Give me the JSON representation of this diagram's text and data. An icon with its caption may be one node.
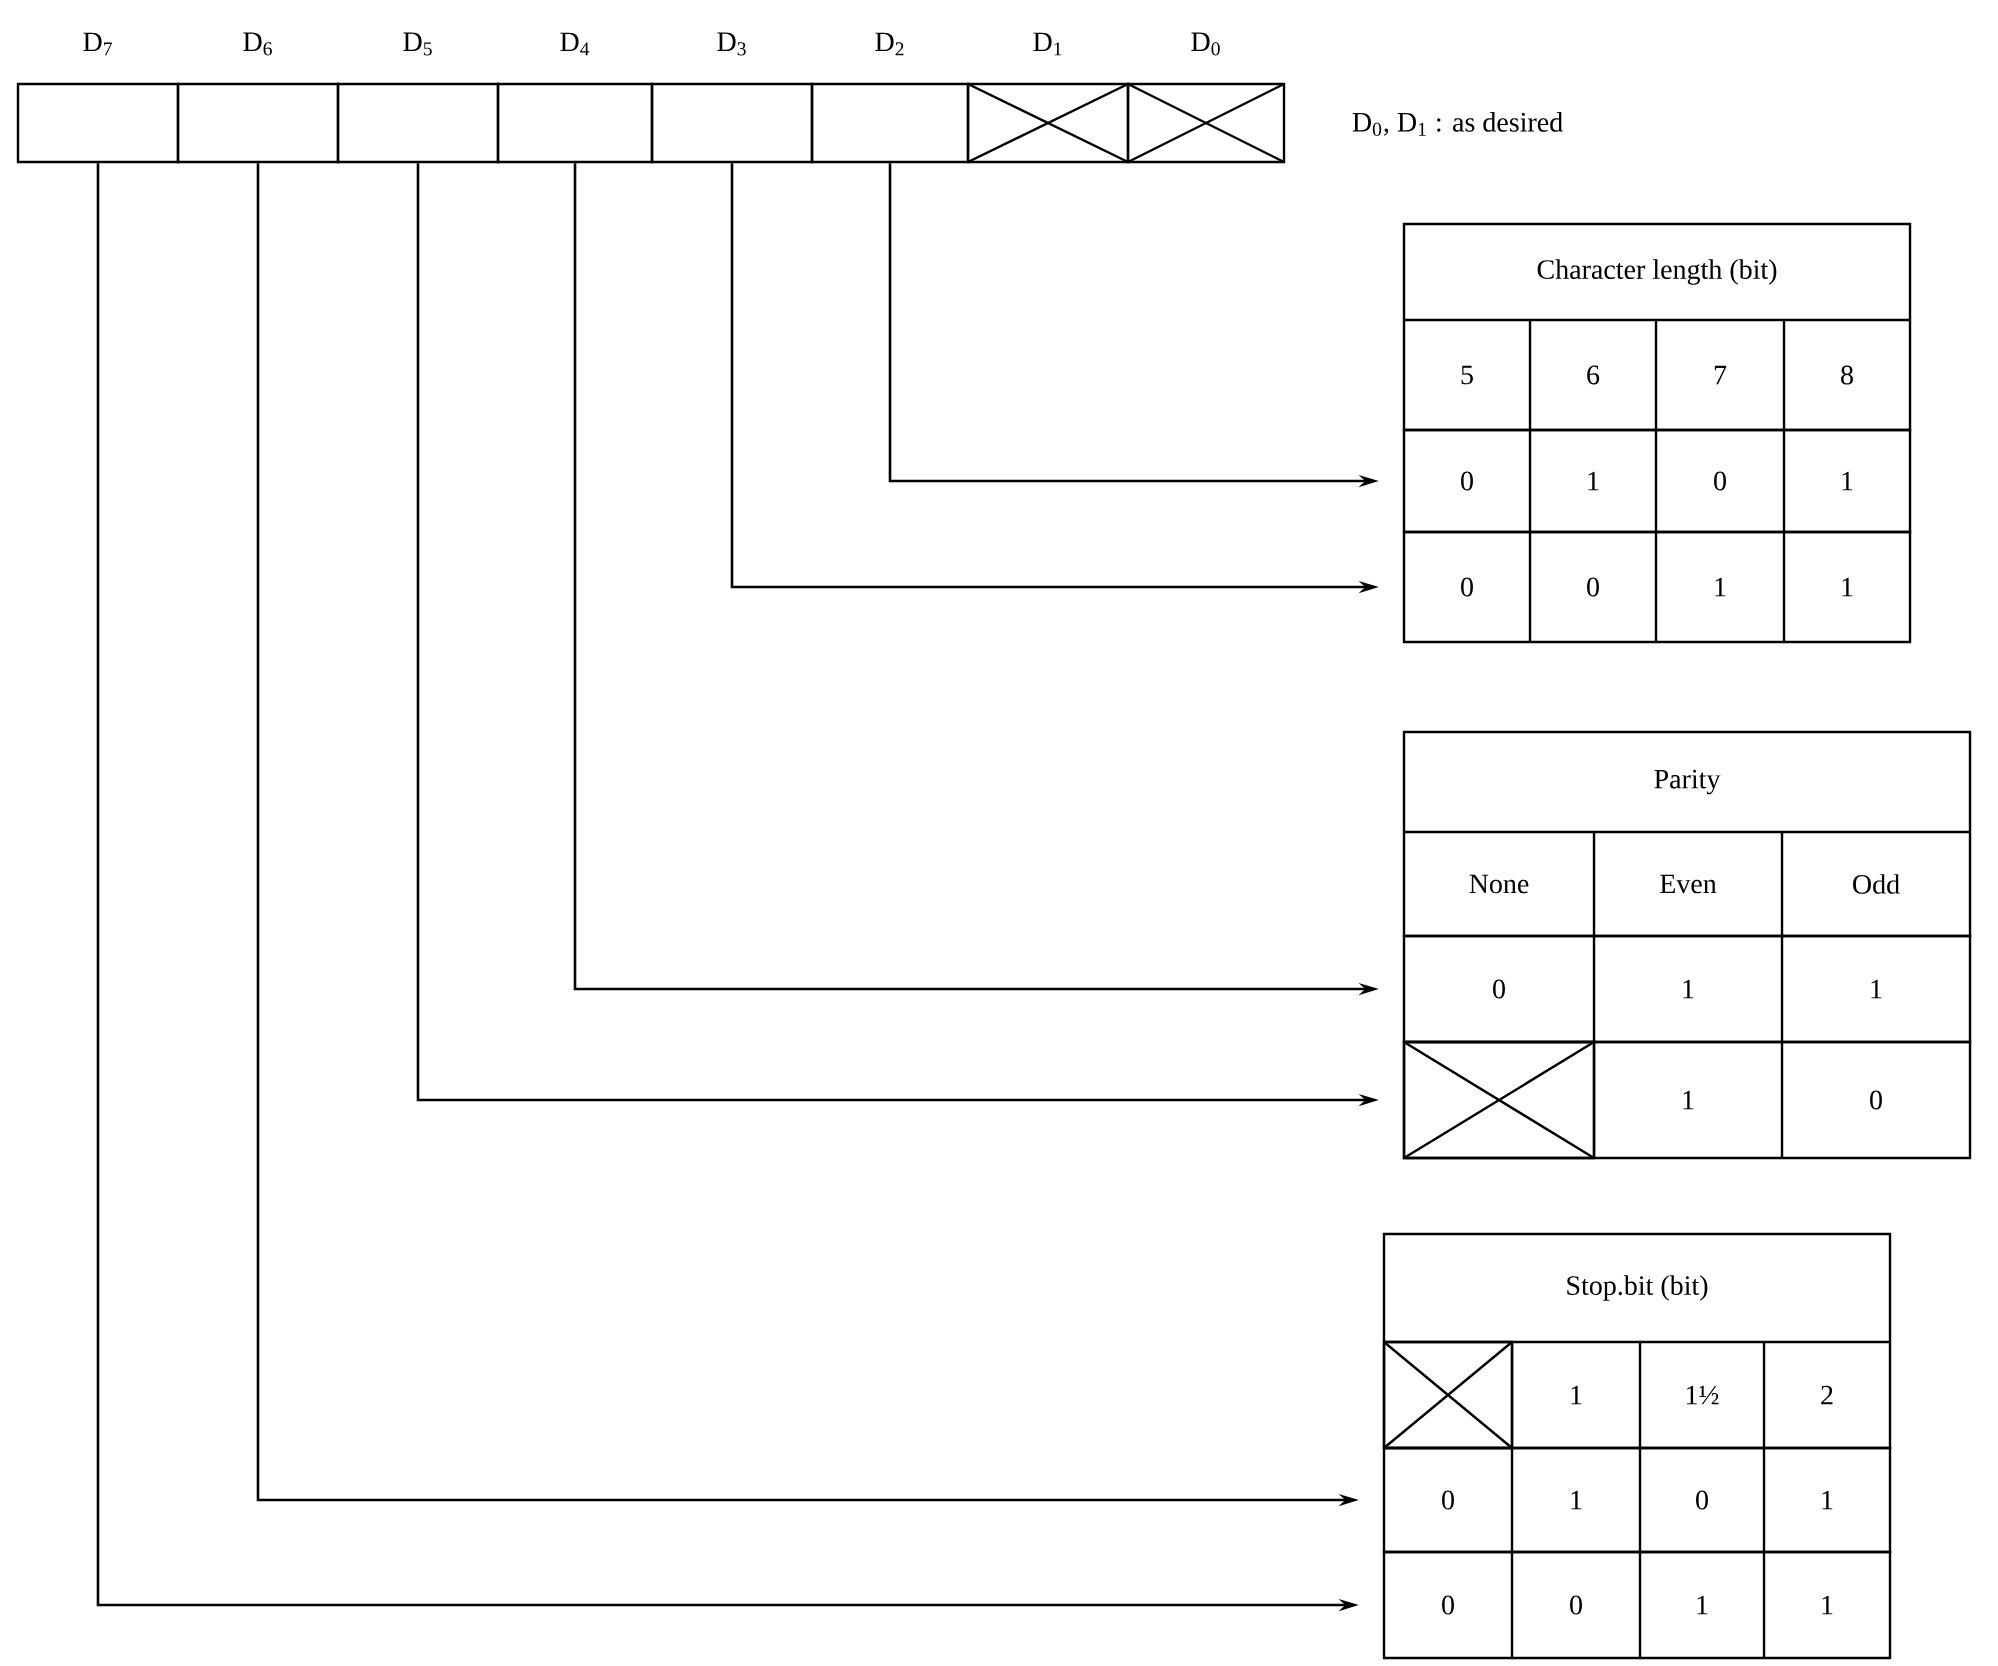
{
  "diagram": {
    "nodes": [
      {
        "text": [
          "D$_{7}$"
        ]
      },
      {
        "text": [
          "D$_{6}$"
        ]
      },
      {
        "text": [
          "D$_{5}$"
        ]
      },
      {
        "text": [
          "D$_{4}$"
        ]
      },
      {
        "text": [
          "D$_{3}$"
        ]
      },
      {
        "text": [
          "D$_{2}$"
        ]
      },
      {
        "text": [
          "D$_{1}$"
        ]
      },
      {
        "text": [
          "D$_{0}$"
        ]
      },
      {
        "text": [
          "Character length (bit)",
          "5",
          "6",
          "7",
          "8"
        ]
      },
      {
        "text": [
          "0",
          "1",
          "0",
          "1"
        ]
      },
      {
        "text": [
          "0",
          "0",
          "1",
          "1"
        ]
      },
      {
        "text": [
          "Parity",
          "None",
          "Even",
          "Odd"
        ]
      },
      {
        "text": [
          "0",
          "1",
          "1"
        ]
      },
      {
        "text": [
          "1",
          "0"
        ]
      },
      {
        "text": [],
        "shape": "box",
        "in": 13
      },
      {
        "text": [
          "Stop.bit (bit)",
          "1",
          "1½",
          "2"
        ]
      },
      {
        "text": [],
        "shape": "box",
        "in": 15
      },
      {
        "text": [
          "0",
          "1",
          "0",
          "1"
        ]
      },
      {
        "text": [
          "0",
          "0",
          "1",
          "1"
        ]
      }
    ],
    "edges": [
      {
        "from": 5,
        "to": 9,
        "arrow": "to"
      },
      {
        "from": 4,
        "to": 10,
        "arrow": "to"
      },
      {
        "from": 3,
        "to": 12,
        "arrow": "to"
      },
      {
        "from": 2,
        "to": 13,
        "arrow": "to"
      },
      {
        "from": 1,
        "to": 17,
        "arrow": "to"
      },
      {
        "from": 0,
        "to": 18,
        "arrow": "to"
      }
    ],
    "labels": [
      "D$_{0}$, D$_{1}$ : as desired"
    ]
  }
}
